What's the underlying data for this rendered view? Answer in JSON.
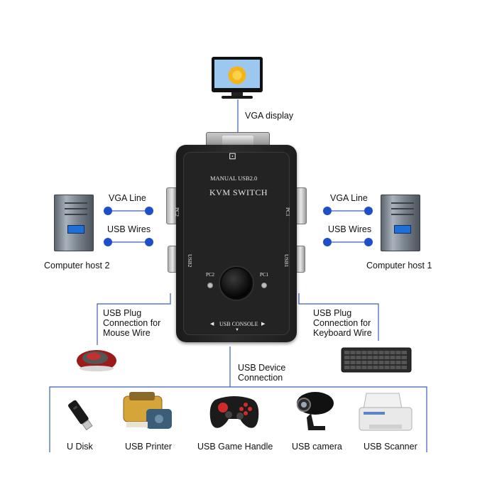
{
  "labels": {
    "vga_display": "VGA display",
    "vga_line_left": "VGA Line",
    "usb_wires_left": "USB Wires",
    "vga_line_right": "VGA Line",
    "usb_wires_right": "USB Wires",
    "computer_host_2": "Computer host 2",
    "computer_host_1": "Computer host 1",
    "usb_plug_mouse": "USB Plug Connection for Mouse Wire",
    "usb_plug_keyboard": "USB Plug Connection for Keyboard Wire",
    "usb_device_connection": "USB Device Connection"
  },
  "device": {
    "model": "MANUAL USB2.0",
    "name": "KVM SWITCH",
    "port_pc2": "PC2",
    "port_pc1": "PC1",
    "port_usb2": "USB2",
    "port_usb1": "USB1",
    "led_pc2": "PC2",
    "led_pc1": "PC1",
    "console": "USB CONSOLE"
  },
  "peripherals": [
    {
      "label": "U Disk",
      "icon": "usb-flash-drive-icon"
    },
    {
      "label": "USB Printer",
      "icon": "printer-icon"
    },
    {
      "label": "USB Game Handle",
      "icon": "gamepad-icon"
    },
    {
      "label": "USB camera",
      "icon": "webcam-icon"
    },
    {
      "label": "USB Scanner",
      "icon": "scanner-icon"
    }
  ],
  "colors": {
    "connector_blue": "#1f4fc8",
    "wire_blue": "#3a5db8",
    "device_black": "#1f1f1f"
  }
}
